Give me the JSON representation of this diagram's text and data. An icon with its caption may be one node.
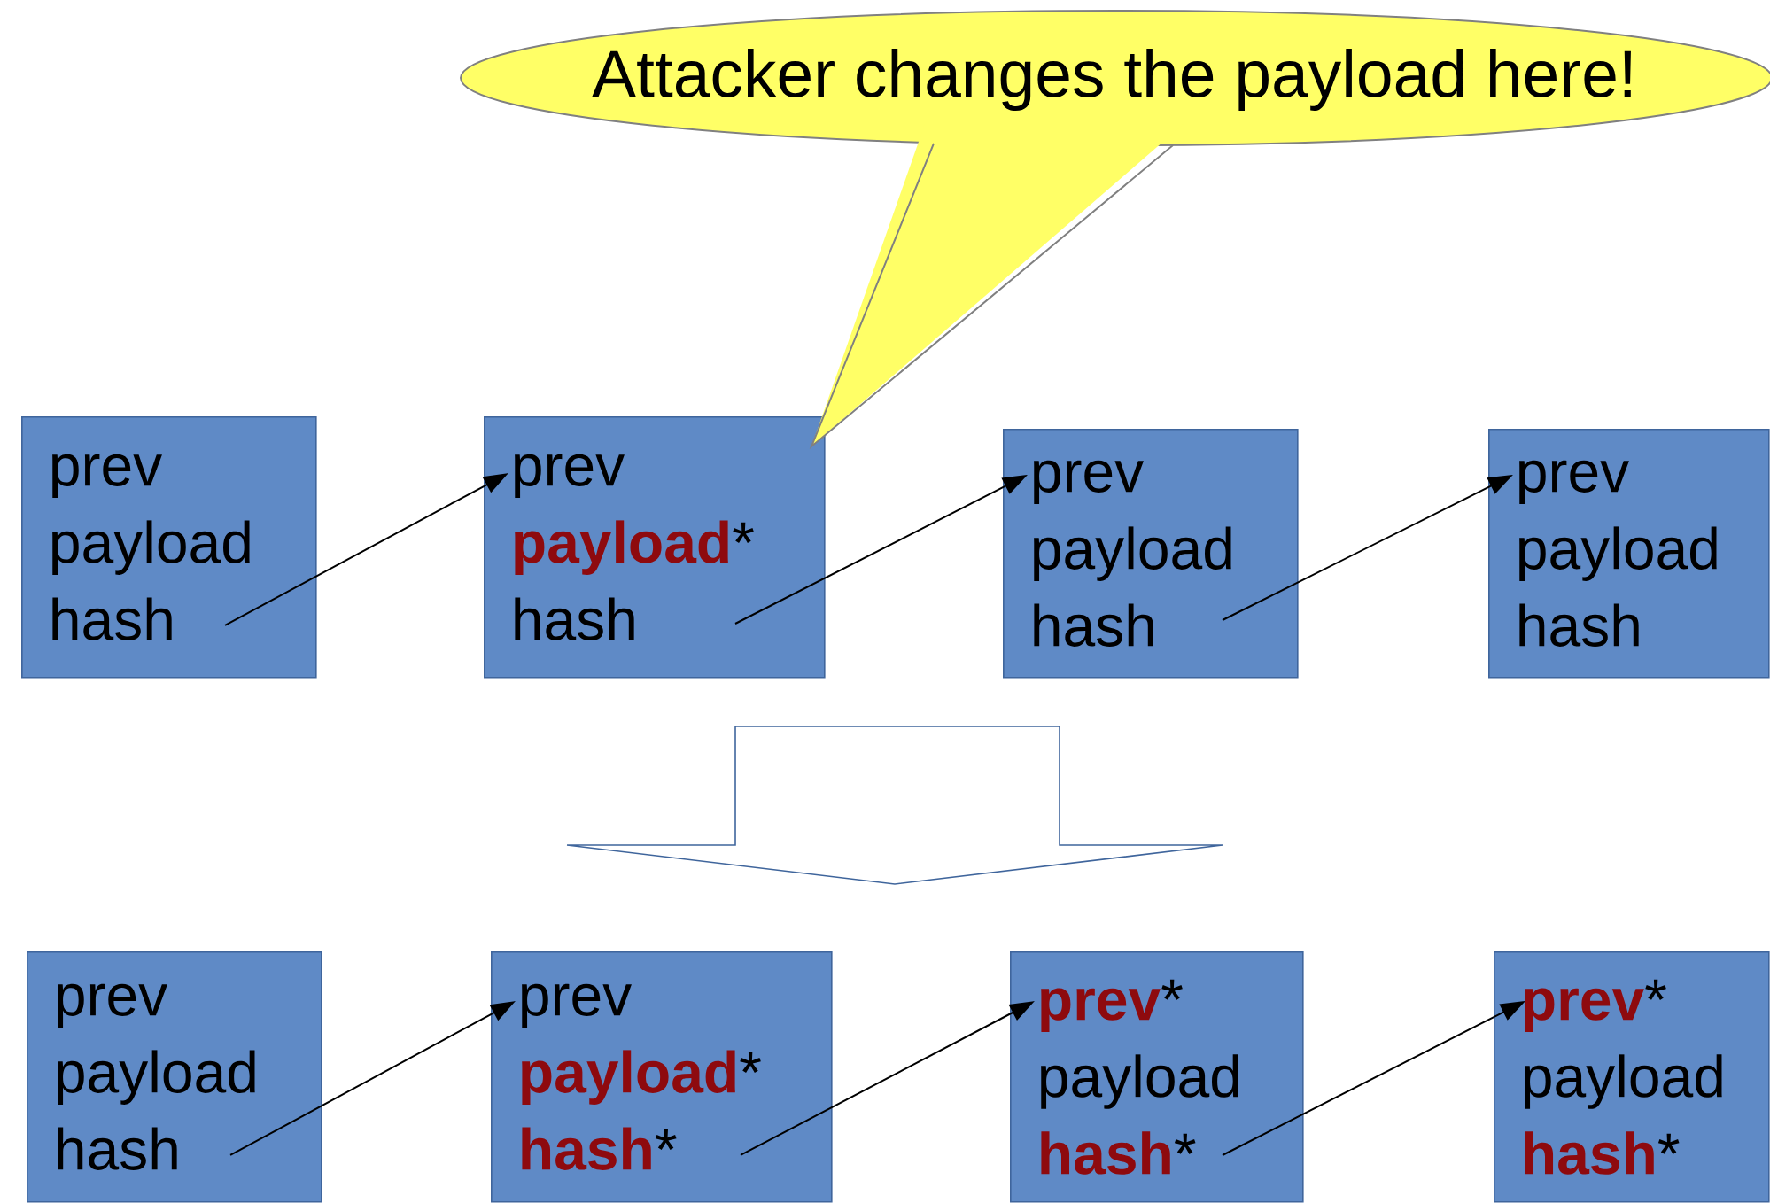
{
  "diagram": {
    "nodes": [
      {
        "text": [
          "Attacker changes the payload here!"
        ]
      },
      {
        "text": [
          "prev",
          "payload",
          "hash"
        ]
      },
      {
        "text": [
          "prev",
          "**payload***",
          "hash"
        ]
      },
      {
        "text": [
          "prev",
          "payload",
          "hash"
        ]
      },
      {
        "text": [
          "prev",
          "payload",
          "hash"
        ]
      },
      {
        "text": [
          "prev",
          "payload",
          "hash"
        ]
      },
      {
        "text": [
          "prev",
          "**payload***",
          "**hash***"
        ]
      },
      {
        "text": [
          "**prev***",
          "payload",
          "**hash***"
        ]
      },
      {
        "text": [
          "**prev***",
          "payload",
          "**hash***"
        ]
      }
    ],
    "edges": [
      {
        "from": 1,
        "to": 2,
        "arrow": "to"
      },
      {
        "from": 2,
        "to": 3,
        "arrow": "to"
      },
      {
        "from": 3,
        "to": 4,
        "arrow": "to"
      },
      {
        "from": 5,
        "to": 6,
        "arrow": "to"
      },
      {
        "from": 6,
        "to": 7,
        "arrow": "to"
      },
      {
        "from": 7,
        "to": 8,
        "arrow": "to"
      }
    ]
  }
}
